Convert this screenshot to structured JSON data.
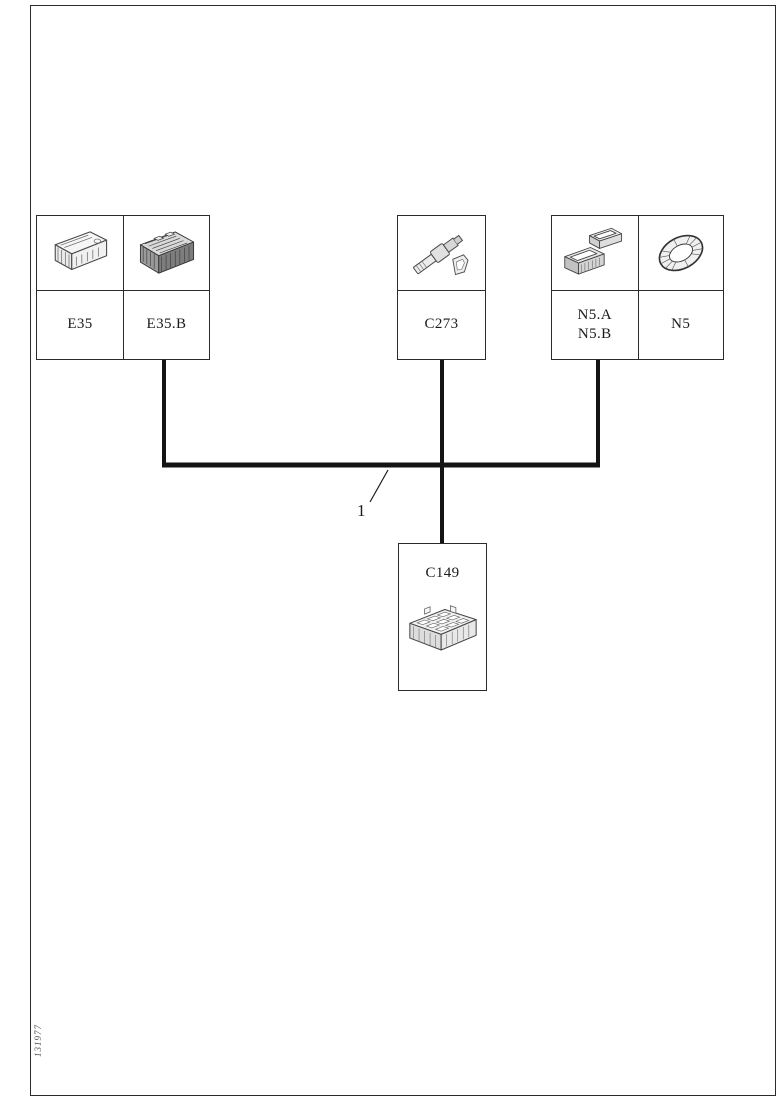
{
  "diagram": {
    "footer_id": "131977",
    "callout_label": "1",
    "colors": {
      "ink": "#1b1b1b",
      "wire": "#141414"
    },
    "boxes": {
      "left": {
        "cells": [
          {
            "label": "E35",
            "icon": "relay-module-icon"
          },
          {
            "label": "E35.B",
            "icon": "connector-block-icon"
          }
        ]
      },
      "middle": {
        "cells": [
          {
            "label": "C273",
            "icon": "terminal-pin-icon"
          }
        ]
      },
      "right": {
        "cells": [
          {
            "label_line1": "N5.A",
            "label_line2": "N5.B",
            "icon": "sleeve-connectors-icon"
          },
          {
            "label": "N5",
            "icon": "grommet-icon"
          }
        ]
      },
      "bottom": {
        "label": "C149",
        "icon": "multi-pin-connector-icon"
      }
    }
  }
}
